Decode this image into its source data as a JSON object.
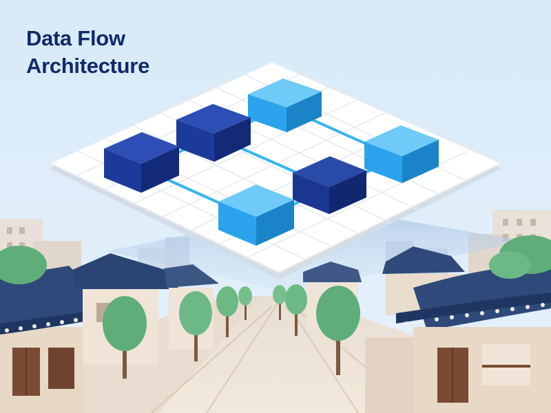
{
  "title": {
    "line1": "Data Flow",
    "line2": "Architecture"
  },
  "colors": {
    "sky": "#d6e8f7",
    "title": "#0f2a6b",
    "platform": "#ffffff",
    "platform_edge": "#cfd8e3",
    "grid": "#e2e8ef",
    "block_dark": "#1c3a9a",
    "block_light": "#2aa3ec",
    "connector": "#35b6ef",
    "roof": "#2f4a7a",
    "tree": "#5fae7a",
    "street": "#efe4d8"
  },
  "diagram": {
    "nodes": [
      {
        "id": "n1",
        "shade": "dark"
      },
      {
        "id": "n2",
        "shade": "dark"
      },
      {
        "id": "n3",
        "shade": "light"
      },
      {
        "id": "n4",
        "shade": "light"
      },
      {
        "id": "n5",
        "shade": "dark"
      },
      {
        "id": "n6",
        "shade": "light"
      }
    ],
    "edges": [
      {
        "from": "n1",
        "to": "n2"
      },
      {
        "from": "n2",
        "to": "n3"
      },
      {
        "from": "n1",
        "to": "n6"
      },
      {
        "from": "n2",
        "to": "n5"
      },
      {
        "from": "n3",
        "to": "n4"
      },
      {
        "from": "n5",
        "to": "n6"
      },
      {
        "from": "n5",
        "to": "n4"
      }
    ]
  }
}
